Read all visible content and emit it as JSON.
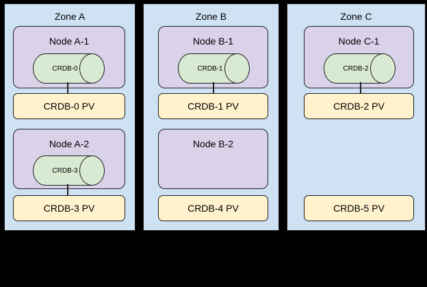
{
  "colors": {
    "background": "#000000",
    "zone_fill": "#cfe2f3",
    "node_fill": "#d9d2e9",
    "cylinder_fill": "#d9ead3",
    "pv_fill": "#fff2cc",
    "border": "#1f1f1f"
  },
  "zones": [
    {
      "title": "Zone A",
      "node1": {
        "title": "Node A-1",
        "db": "CRDB-0"
      },
      "pv1": "CRDB-0 PV",
      "node2": {
        "title": "Node A-2",
        "db": "CRDB-3"
      },
      "pv2": "CRDB-3 PV"
    },
    {
      "title": "Zone B",
      "node1": {
        "title": "Node B-1",
        "db": "CRDB-1"
      },
      "pv1": "CRDB-1 PV",
      "node2": {
        "title": "Node B-2"
      },
      "pv2": "CRDB-4 PV"
    },
    {
      "title": "Zone C",
      "node1": {
        "title": "Node C-1",
        "db": "CRDB-2"
      },
      "pv1": "CRDB-2 PV",
      "pv2": "CRDB-5 PV"
    }
  ]
}
